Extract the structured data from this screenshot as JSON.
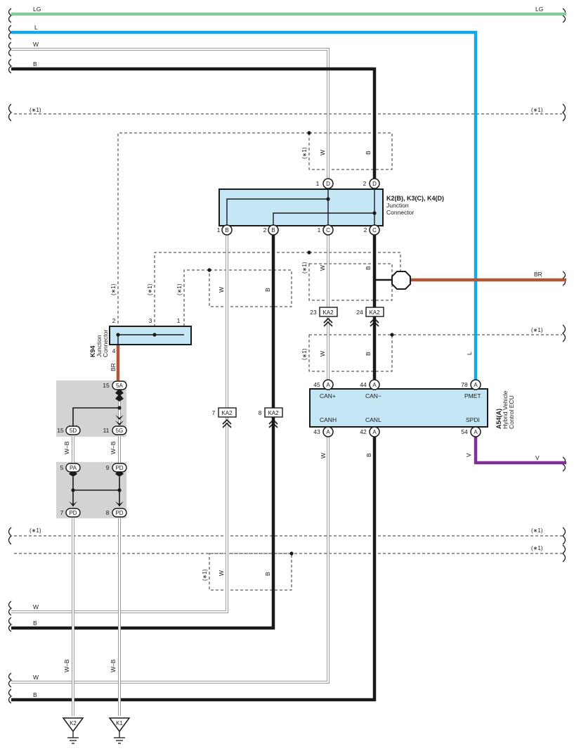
{
  "colors": {
    "LG": "#86cc9a",
    "L": "#14a9e6",
    "W": "#9a9a9a",
    "B": "#1a1a1a",
    "BR": "#b0573a",
    "V": "#7f2f96",
    "box_fill": "#c5e6f4",
    "shade": "#d3d3d3"
  },
  "wire_labels": {
    "lg": "LG",
    "l": "L",
    "w": "W",
    "b": "B",
    "br": "BR",
    "v": "V",
    "wb": "W–B"
  },
  "option_note": "(∗1)",
  "junction_k2": {
    "title": "K2(B), K3(C), K4(D)",
    "line1": "Junction",
    "line2": "Connector",
    "pins_top": [
      {
        "num": "1",
        "conn": "D"
      },
      {
        "num": "2",
        "conn": "D"
      }
    ],
    "pins_bottom": [
      {
        "num": "1",
        "conn": "B"
      },
      {
        "num": "2",
        "conn": "B"
      },
      {
        "num": "1",
        "conn": "C"
      },
      {
        "num": "2",
        "conn": "C"
      }
    ]
  },
  "junction_k94": {
    "id": "K94",
    "line1": "Junction",
    "line2": "Connector",
    "pins": [
      "2",
      "3",
      "1"
    ],
    "pin_bottom": "4"
  },
  "ecu": {
    "id": "A54(A)",
    "line1": "Hybrid Vehicle",
    "line2": "Control ECU",
    "terminals": {
      "can_plus": "CAN+",
      "can_minus": "CAN−",
      "pmet": "PMET",
      "canh": "CANH",
      "canl": "CANL",
      "spdi": "SPDI"
    },
    "pins_top": [
      "45",
      "44",
      "78"
    ],
    "pins_bottom": [
      "43",
      "42",
      "54"
    ],
    "conn": "A"
  },
  "connectors_ka2": [
    {
      "num": "23",
      "name": "KA2"
    },
    {
      "num": "24",
      "name": "KA2"
    },
    {
      "num": "7",
      "name": "KA2"
    },
    {
      "num": "8",
      "name": "KA2"
    }
  ],
  "splice_pins": [
    {
      "num": "15",
      "name": "5A"
    },
    {
      "num": "15",
      "name": "5D"
    },
    {
      "num": "11",
      "name": "5G"
    },
    {
      "num": "5",
      "name": "PA"
    },
    {
      "num": "9",
      "name": "PD"
    },
    {
      "num": "7",
      "name": "PD"
    },
    {
      "num": "8",
      "name": "PD"
    }
  ],
  "grounds": [
    "K2",
    "K1"
  ]
}
